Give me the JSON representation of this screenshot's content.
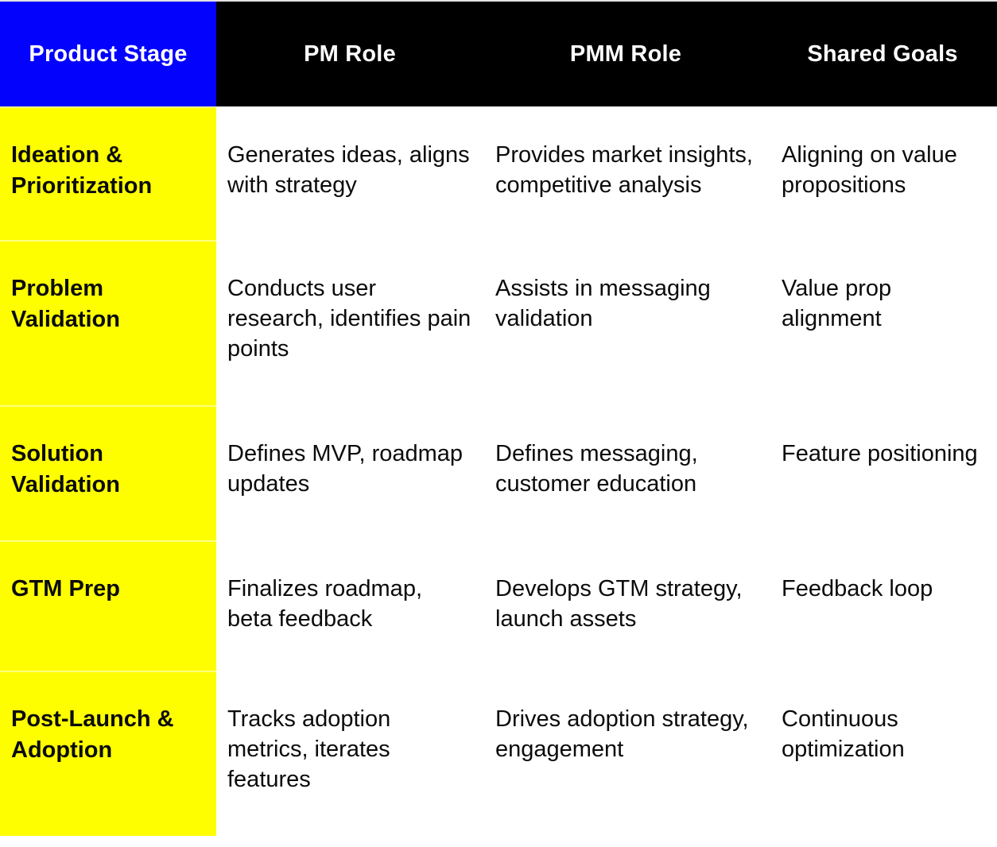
{
  "table": {
    "headers": [
      "Product Stage",
      "PM Role",
      "PMM Role",
      "Shared Goals"
    ],
    "rows": [
      {
        "stage": "Ideation & Prioritization",
        "pm": "Generates ideas, aligns with strategy",
        "pmm": "Provides market insights, competitive analysis",
        "goals": "Aligning on value propositions"
      },
      {
        "stage": "Problem Validation",
        "pm": "Conducts user research, identifies pain points",
        "pmm": "Assists in messaging validation",
        "goals": "Value prop alignment"
      },
      {
        "stage": "Solution Validation",
        "pm": "Defines MVP, roadmap updates",
        "pmm": "Defines messaging, customer education",
        "goals": "Feature positioning"
      },
      {
        "stage": "GTM Prep",
        "pm": "Finalizes roadmap, beta feedback",
        "pmm": "Develops GTM strategy, launch assets",
        "goals": "Feedback loop"
      },
      {
        "stage": "Post-Launch & Adoption",
        "pm": "Tracks adoption metrics, iterates features",
        "pmm": "Drives adoption strategy, engagement",
        "goals": "Continuous optimization"
      }
    ]
  },
  "colors": {
    "stage-header-bg": "#0202fd",
    "header-bg": "#000000",
    "header-text": "#ffffff",
    "stage-cell-bg": "#fefe01",
    "body-text": "#0b0b0b",
    "row-divider": "rgba(255,255,255,0.5)"
  }
}
